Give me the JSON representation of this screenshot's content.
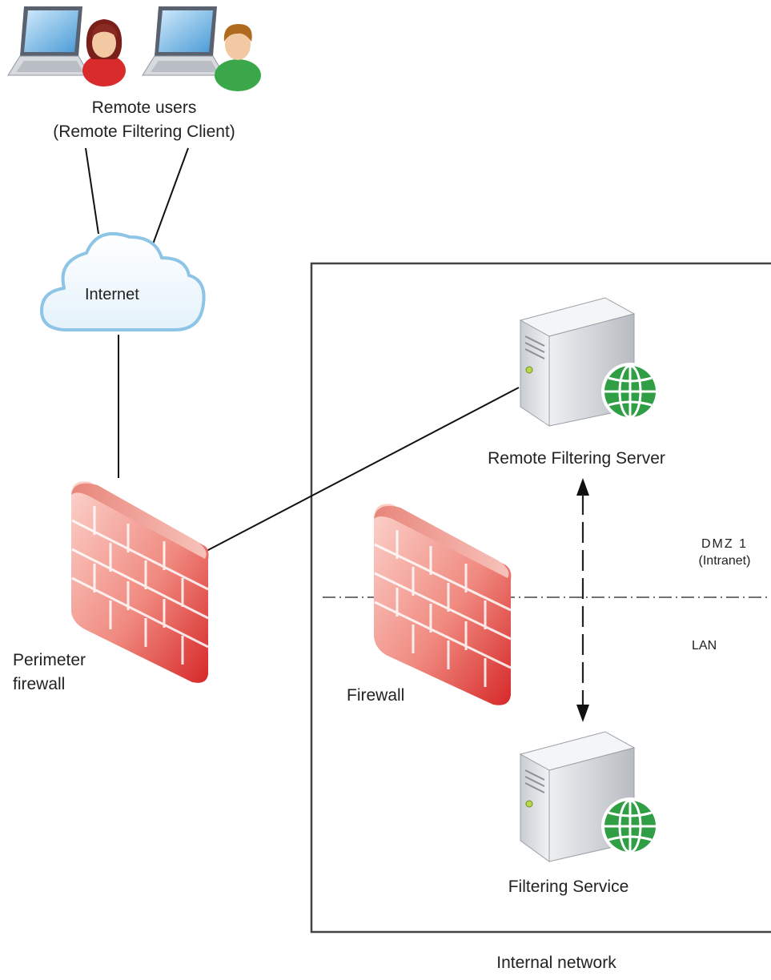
{
  "labels": {
    "remote_users_line1": "Remote users",
    "remote_users_line2": "(Remote Filtering Client)",
    "internet": "Internet",
    "perimeter_firewall_line1": "Perimeter",
    "perimeter_firewall_line2": "firewall",
    "remote_filtering_server": "Remote Filtering Server",
    "dmz_line1": "DMZ 1",
    "dmz_line2": "(Intranet)",
    "lan": "LAN",
    "firewall": "Firewall",
    "filtering_service": "Filtering Service",
    "internal_network": "Internal network"
  },
  "icons": {
    "user_female": "user-laptop-female-icon",
    "user_male": "user-laptop-male-icon",
    "cloud": "cloud-icon",
    "perimeter_firewall": "brick-firewall-icon",
    "internal_firewall": "brick-firewall-icon",
    "server_top": "server-globe-icon",
    "server_bottom": "server-globe-icon"
  },
  "colors": {
    "firewall_red": "#e04a4a",
    "globe_green": "#2f9e44",
    "cloud_stroke": "#8ec5e6",
    "line": "#111111"
  }
}
